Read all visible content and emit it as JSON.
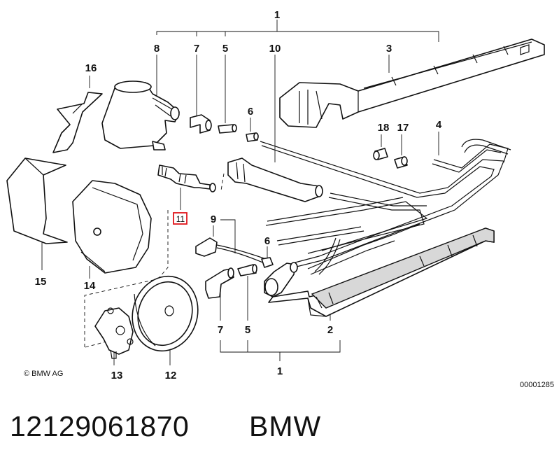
{
  "labels": {
    "top_1": "1",
    "p8": "8",
    "p7_top": "7",
    "p5_top": "5",
    "p10": "10",
    "p3": "3",
    "p16": "16",
    "p6_top": "6",
    "p18": "18",
    "p17": "17",
    "p4": "4",
    "p11": "11",
    "p9": "9",
    "p6_mid": "6",
    "p15": "15",
    "p14": "14",
    "p7_bottom": "7",
    "p5_bottom": "5",
    "p2": "2",
    "p13": "13",
    "p12": "12",
    "bottom_1": "1"
  },
  "highlighted_label": "11",
  "copyright": "© BMW AG",
  "drawing_number": "00001285",
  "caption": {
    "part_number": "12129061870",
    "brand": "BMW"
  }
}
